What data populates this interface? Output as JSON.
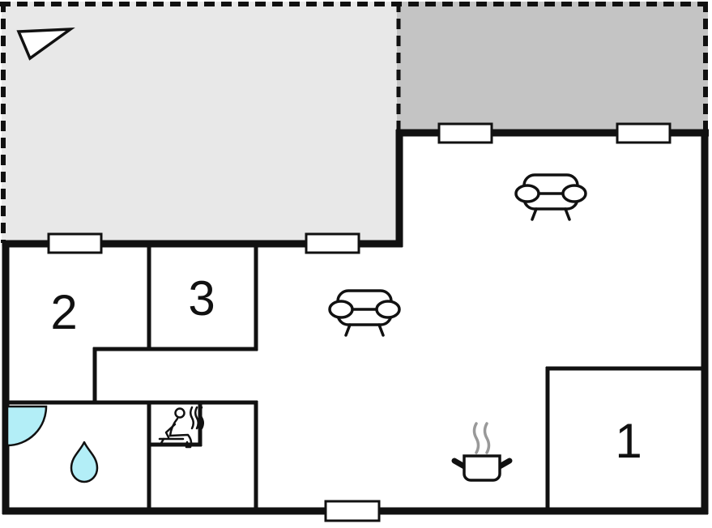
{
  "floorplan": {
    "type": "apartment-floor-plan",
    "room_labels": {
      "room1": "1",
      "room2": "2",
      "room3": "3"
    },
    "colors": {
      "background": "#ffffff",
      "terrace_fill": "#e8e8e8",
      "patio_fill": "#c4c4c4",
      "wall": "#111111",
      "water_fill": "#b3eef7",
      "steam_gray": "#999999",
      "icon_stroke": "#111111"
    },
    "icons": {
      "north_arrow": "north-arrow",
      "sofa": "sofa",
      "sauna": "sauna-person-with-steam",
      "stove": "steaming-pot",
      "shower": "shower-quarter-circle",
      "water_drop": "water-drop",
      "window": "window"
    },
    "window_count": 5,
    "sofa_count": 2
  }
}
